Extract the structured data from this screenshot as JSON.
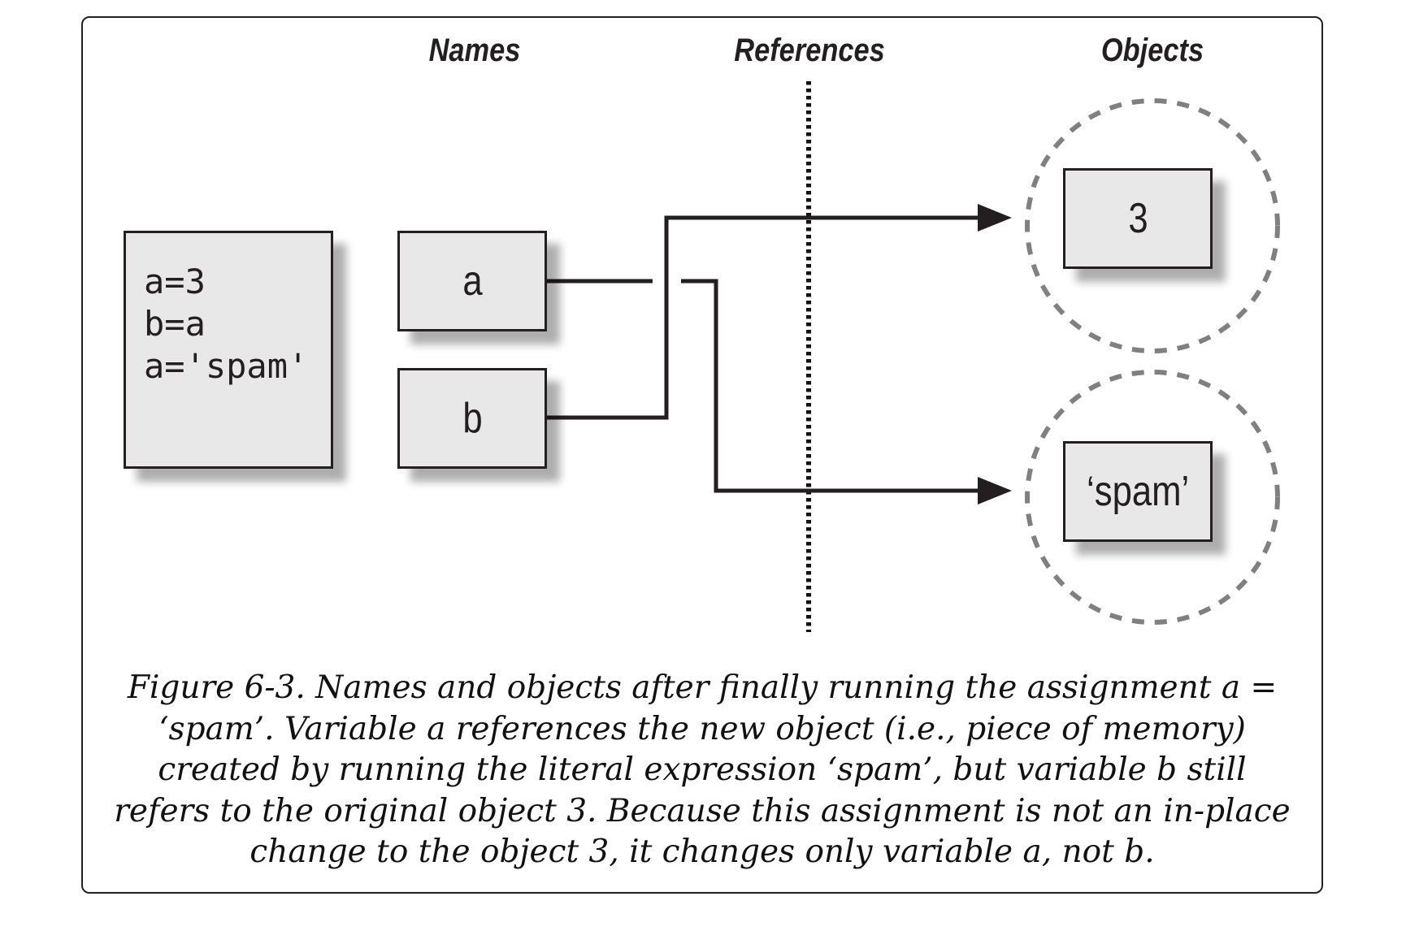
{
  "headers": {
    "names": "Names",
    "references": "References",
    "objects": "Objects"
  },
  "code": {
    "lines": [
      "a=3",
      "b=a",
      "a='spam'"
    ]
  },
  "name_boxes": {
    "a": "a",
    "b": "b"
  },
  "object_boxes": {
    "three": "3",
    "spam": "‘spam’"
  },
  "caption": "Figure 6-3. Names and objects after finally running the assignment a = ‘spam’. Variable a references the new object (i.e., piece of memory) created by running the literal expression ‘spam’, but variable b still refers to the original object 3. Because this assignment is not an in-place change to the object 3, it changes only variable a, not b.",
  "colors": {
    "ink": "#231f20",
    "box_fill": "#e8e8e8",
    "dashed_circle": "#808080"
  }
}
